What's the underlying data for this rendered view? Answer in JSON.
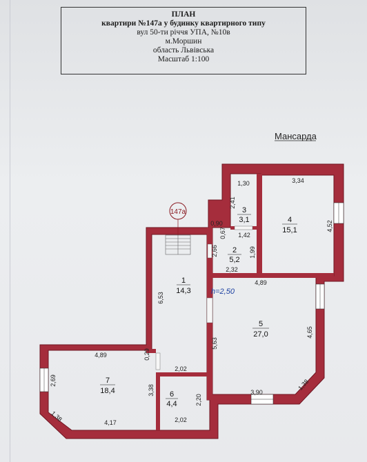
{
  "header": {
    "title": "ПЛАН",
    "subtitle": "квартири №147а  у будинку квартирного типу",
    "street": "вул 50-ти річчя УПА, №10в",
    "city": "м.Моршин",
    "region": "область Львівська",
    "scale": "Масштаб 1:100"
  },
  "plan": {
    "floor_label": "Мансарда",
    "apartment_badge": "147а",
    "ceiling_height": "h=2,50",
    "colors": {
      "wall": "#a52d3c",
      "wall_edge": "#6e1622",
      "window": "#ffffff"
    },
    "rooms": [
      {
        "number": "1",
        "area": "14,3"
      },
      {
        "number": "2",
        "area": "5,2"
      },
      {
        "number": "3",
        "area": "3,1"
      },
      {
        "number": "4",
        "area": "15,1"
      },
      {
        "number": "5",
        "area": "27,0"
      },
      {
        "number": "6",
        "area": "4,4"
      },
      {
        "number": "7",
        "area": "18,4"
      }
    ],
    "dimensions": [
      "1,30",
      "3,34",
      "2,41",
      "0,90",
      "0,67",
      "1,42",
      "4,52",
      "2,66",
      "1,99",
      "2,32",
      "4,89",
      "6,53",
      "5,63",
      "4,65",
      "4,89",
      "0,29",
      "2,02",
      "2,69",
      "3,38",
      "2,20",
      "1,38",
      "3,90",
      "1,38",
      "4,17",
      "2,02"
    ]
  }
}
